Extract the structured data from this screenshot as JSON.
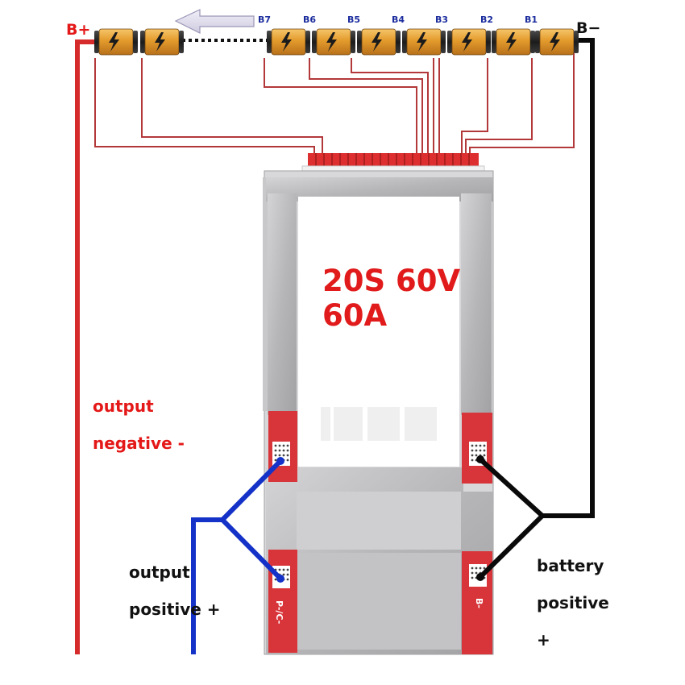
{
  "terminals": {
    "b_plus": "B+",
    "b_minus": "B−"
  },
  "taps": [
    "B7",
    "B6",
    "B5",
    "B4",
    "B3",
    "B2",
    "B1"
  ],
  "board": {
    "rating_line1": "20S 60V",
    "rating_line2": "60A",
    "pad_p_label": "P-/C-",
    "pad_b_label": "B-"
  },
  "annotations": {
    "output_negative_line1": "output",
    "output_negative_line2": "negative -",
    "output_positive_line1": "output",
    "output_positive_line2": "positive +",
    "battery_positive_line1": "battery",
    "battery_positive_line2": "positive",
    "battery_positive_line3": "+"
  },
  "colors": {
    "wire_red": "#d52b2b",
    "wire_black": "#0a0a0a",
    "wire_blue": "#1432c8",
    "label_red": "#e41818",
    "cell_orange": "#e39a2c",
    "board_metal": "#b9b9bb",
    "pcb_red": "#d8353a"
  },
  "icons": [
    "battery-cell-icon",
    "direction-arrow-icon"
  ]
}
